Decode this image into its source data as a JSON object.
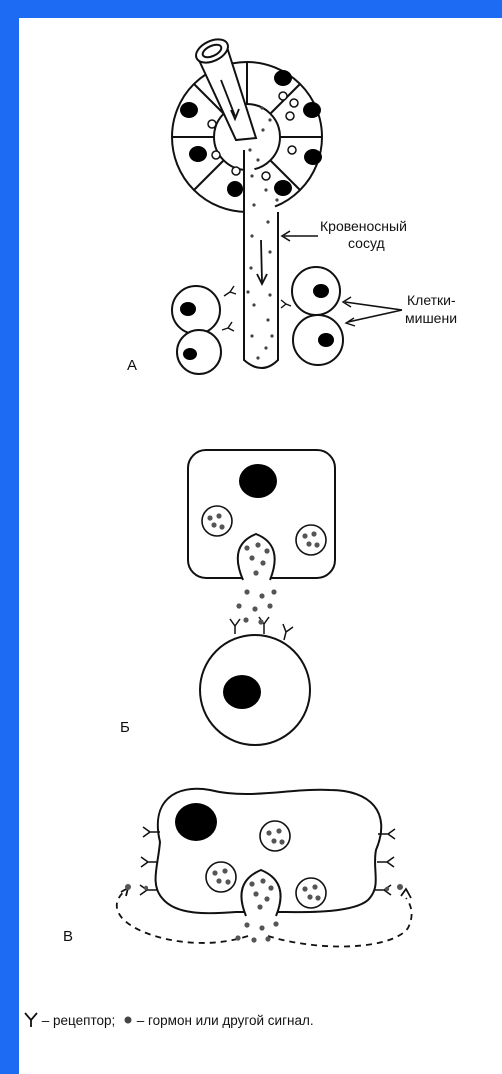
{
  "labels": {
    "blood_vessel_line1": "Кровеносный",
    "blood_vessel_line2": "сосуд",
    "target_cells_line1": "Клетки-",
    "target_cells_line2": "мишени",
    "panel_a": "А",
    "panel_b": "Б",
    "panel_c": "В"
  },
  "legend": {
    "receptor_text": "– рецептор;",
    "hormone_text": "– гормон или другой сигнал."
  }
}
